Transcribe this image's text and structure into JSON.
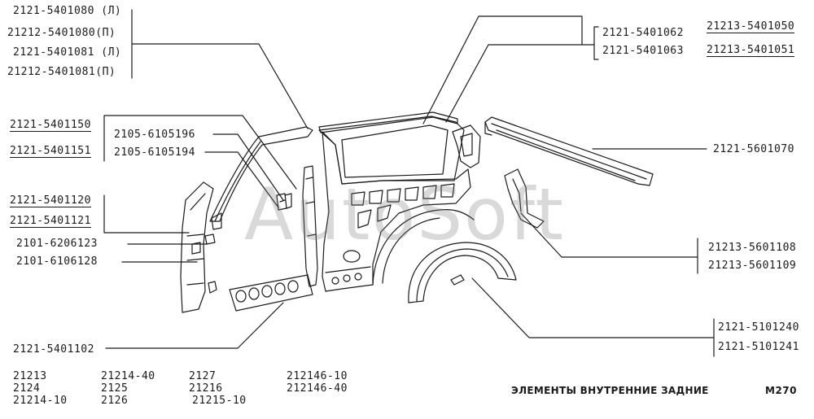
{
  "labels": {
    "top_left": [
      "2121-5401080 (Л)",
      "21212-5401080(П)",
      "2121-5401081 (Л)",
      "21212-5401081(П)"
    ],
    "pillar_a": "2121-5401150",
    "pillar_b": "2121-5401151",
    "bracket_a": "2105-6105196",
    "bracket_b": "2105-6105194",
    "cover_a": "2121-5401120",
    "cover_b": "2121-5401121",
    "clip_a": "2101-6206123",
    "clip_b": "2101-6106128",
    "bottom_panel": "2121-5401102",
    "center_a": "2121-5401062",
    "center_b": "2121-5401063",
    "right_top_a": "21213-5401050",
    "right_top_b": "21213-5401051",
    "rail": "2121-5601070",
    "right_mid_a": "21213-5601108",
    "right_mid_b": "21213-5601109",
    "liner_a": "2121-5101240",
    "liner_b": "2121-5101241"
  },
  "models": {
    "col1": [
      "21213",
      "2124",
      "21214-10"
    ],
    "col2": [
      "21214-40",
      "2125",
      "2126"
    ],
    "col3": [
      "2127",
      "21216",
      "21215-10"
    ],
    "col4": [
      "212146-10",
      "212146-40"
    ]
  },
  "footer": {
    "title": "ЭЛЕМЕНТЫ ВНУТРЕННИЕ ЗАДНИЕ",
    "code": "М270"
  },
  "watermark": "AutoSoft",
  "colors": {
    "ink": "#1a1a1a",
    "paper": "#ffffff"
  }
}
